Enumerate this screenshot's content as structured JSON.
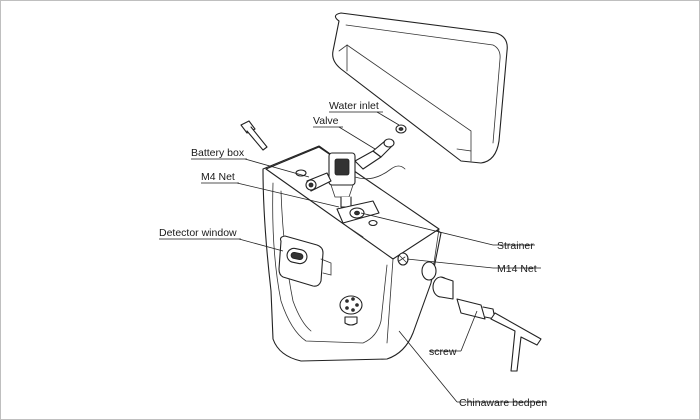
{
  "labels": {
    "water_inlet": "Water inlet",
    "valve": "Valve",
    "battery_box": "Battery box",
    "m4_net": "M4 Net",
    "detector_window": "Detector window",
    "strainer": "Strainer",
    "m14_net": "M14 Net",
    "screw": "screw",
    "chinaware_bedpen": "Chinaware bedpen"
  }
}
